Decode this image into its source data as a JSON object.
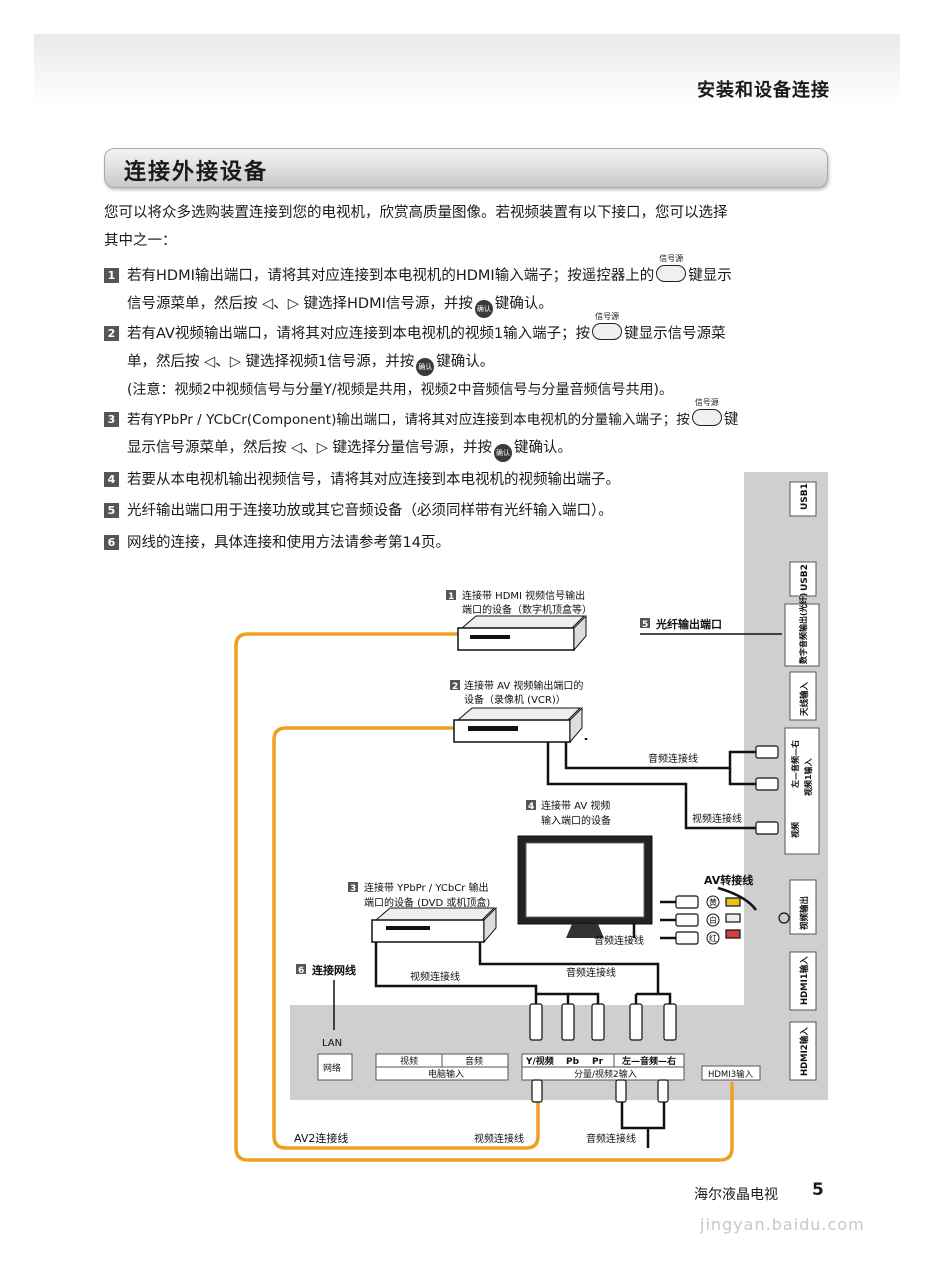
{
  "header": {
    "title": "安装和设备连接"
  },
  "section": {
    "title": "连接外接设备"
  },
  "intro": {
    "line1": "您可以将众多选购装置连接到您的电视机，欣赏高质量图像。若视频装置有以下接口，您可以选择",
    "line2": "其中之一："
  },
  "items": [
    {
      "num": "1",
      "a": "若有HDMI输出端口，请将其对应连接到本电视机的HDMI输入端子；按遥控器上的",
      "b": "键显示",
      "c": "信号源菜单，然后按 ◁、▷ 键选择HDMI信号源，并按",
      "d": "键确认。"
    },
    {
      "num": "2",
      "a": "若有AV视频输出端口，请将其对应连接到本电视机的视频1输入端子；按",
      "b": "键显示信号源菜",
      "c": "单，然后按 ◁、▷ 键选择视频1信号源，并按",
      "d": "键确认。",
      "note": "(注意：视频2中视频信号与分量Y/视频是共用，视频2中音频信号与分量音频信号共用)。"
    },
    {
      "num": "3",
      "a": "若有YPbPr / YCbCr(Component)输出端口，请将其对应连接到本电视机的分量输入端子；按",
      "b": "键",
      "c": "显示信号源菜单，然后按 ◁、▷ 键选择分量信号源，并按",
      "d": "键确认。"
    },
    {
      "num": "4",
      "a": "若要从本电视机输出视频信号，请将其对应连接到本电视机的视频输出端子。"
    },
    {
      "num": "5",
      "a": "光纤输出端口用于连接功放或其它音频设备（必须同样带有光纤输入端口）。"
    },
    {
      "num": "6",
      "a": "网线的连接，具体连接和使用方法请参考第14页。"
    }
  ],
  "buttons": {
    "source": "信号源",
    "ok": "确认"
  },
  "diagram": {
    "dev1": {
      "num": "1",
      "line1": "连接带 HDMI 视频信号输出",
      "line2": "端口的设备（数字机顶盒等）"
    },
    "dev2": {
      "num": "2",
      "line1": "连接带 AV 视频输出端口的",
      "line2": "设备（录像机 (VCR)）"
    },
    "dev3": {
      "num": "3",
      "line1": "连接带 YPbPr / YCbCr 输出",
      "line2": "端口的设备 (DVD 或机顶盒)"
    },
    "dev4": {
      "num": "4",
      "line1": "连接带 AV 视频",
      "line2": "输入端口的设备"
    },
    "optical": {
      "num": "5",
      "label": "光纤输出端口"
    },
    "lan": {
      "num": "6",
      "label": "连接网线",
      "lan": "LAN",
      "net": "网络"
    },
    "cables": {
      "audio1": "音频连接线",
      "video1": "视频连接线",
      "av_adapter": "AV转接线",
      "audio2": "音频连接线",
      "video3": "视频连接线",
      "audio3": "音频连接线",
      "av2": "AV2连接线",
      "video_bottom": "视频连接线",
      "audio_bottom": "音频连接线"
    },
    "colors": {
      "yellow": "黄",
      "white": "白",
      "red": "红"
    },
    "side_ports": [
      "USB1",
      "USB2",
      "数字音频输出(光纤)",
      "天线输入",
      "左—音频—右",
      "视频1输入",
      "视频",
      "视频输出",
      "HDMI1输入",
      "HDMI2输入"
    ],
    "bottom": {
      "video": "视频",
      "audio": "音频",
      "pc": "电脑输入",
      "y": "Y/视频",
      "pb": "Pb",
      "pr": "Pr",
      "lr": "左—音频—右",
      "comp": "分量/视频2输入",
      "hdmi3": "HDMI3输入"
    }
  },
  "footer": {
    "text": "海尔液晶电视",
    "page": "5",
    "watermark": "jingyan.baidu.com"
  },
  "theme": {
    "cable_orange": "#f0a020",
    "cable_black": "#111111",
    "panel_gray": "#cfcfcf"
  }
}
